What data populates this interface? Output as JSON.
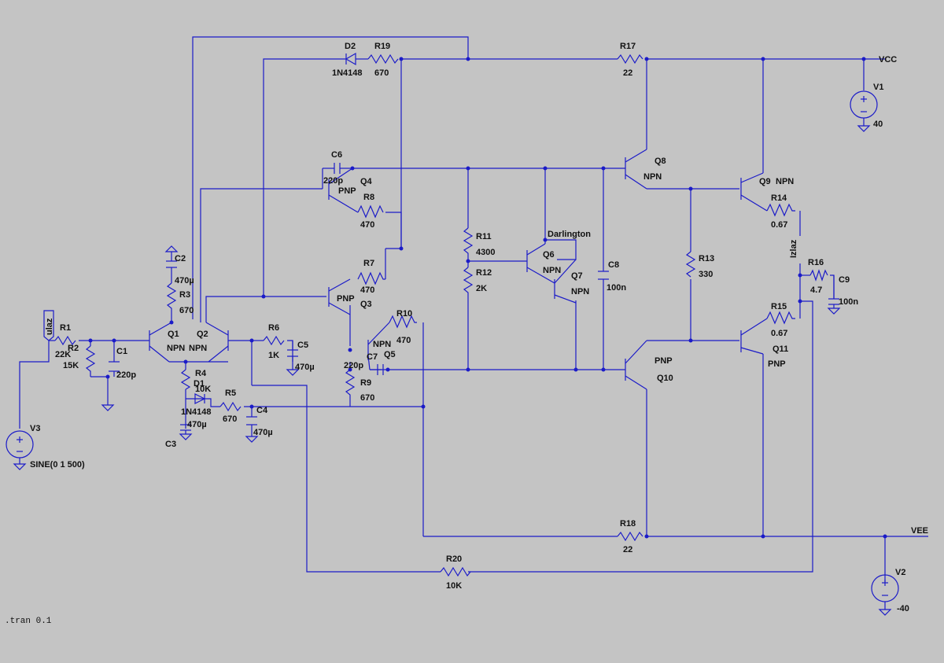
{
  "colors": {
    "background": "#c4c4c4",
    "wire": "#1b1bc8",
    "text": "#111111"
  },
  "nets": {
    "vcc": "VCC",
    "vee": "VEE",
    "ulaz": "ulaz",
    "izlaz": "Izlaz"
  },
  "directive": ".tran 0.1",
  "sources": {
    "v1": {
      "name": "V1",
      "value": "40"
    },
    "v2": {
      "name": "V2",
      "value": "-40"
    },
    "v3": {
      "name": "V3",
      "value": "SINE(0 1 500)"
    }
  },
  "resistors": [
    {
      "name": "R1",
      "value": "22K"
    },
    {
      "name": "R2",
      "value": "15K"
    },
    {
      "name": "R3",
      "value": "670"
    },
    {
      "name": "R4",
      "value": "10K"
    },
    {
      "name": "R5",
      "value": "670"
    },
    {
      "name": "R6",
      "value": "1K"
    },
    {
      "name": "R7",
      "value": "470"
    },
    {
      "name": "R8",
      "value": "470"
    },
    {
      "name": "R9",
      "value": "670"
    },
    {
      "name": "R10",
      "value": "470"
    },
    {
      "name": "R11",
      "value": "4300"
    },
    {
      "name": "R12",
      "value": "2K"
    },
    {
      "name": "R13",
      "value": "330"
    },
    {
      "name": "R14",
      "value": "0.67"
    },
    {
      "name": "R15",
      "value": "0.67"
    },
    {
      "name": "R16",
      "value": "4.7"
    },
    {
      "name": "R17",
      "value": "22"
    },
    {
      "name": "R18",
      "value": "22"
    },
    {
      "name": "R19",
      "value": "670"
    },
    {
      "name": "R20",
      "value": "10K"
    }
  ],
  "capacitors": [
    {
      "name": "C1",
      "value": "220p"
    },
    {
      "name": "C2",
      "value": "470µ"
    },
    {
      "name": "C3",
      "value": "470µ"
    },
    {
      "name": "C4",
      "value": "470µ"
    },
    {
      "name": "C5",
      "value": "470µ"
    },
    {
      "name": "C6",
      "value": "220p"
    },
    {
      "name": "C7",
      "value": "220p"
    },
    {
      "name": "C8",
      "value": "100n"
    },
    {
      "name": "C9",
      "value": "100n"
    }
  ],
  "diodes": [
    {
      "name": "D1",
      "value": "1N4148"
    },
    {
      "name": "D2",
      "value": "1N4148"
    }
  ],
  "transistors": [
    {
      "name": "Q1",
      "type": "NPN"
    },
    {
      "name": "Q2",
      "type": "NPN"
    },
    {
      "name": "Q3",
      "type": "PNP"
    },
    {
      "name": "Q4",
      "type": "PNP"
    },
    {
      "name": "Q5",
      "type": "NPN"
    },
    {
      "name": "Q6",
      "type": "NPN"
    },
    {
      "name": "Q7",
      "type": "NPN"
    },
    {
      "name": "Q8",
      "type": "NPN"
    },
    {
      "name": "Q9",
      "type": "NPN"
    },
    {
      "name": "Q10",
      "type": "PNP"
    },
    {
      "name": "Q11",
      "type": "PNP"
    }
  ],
  "annotations": {
    "darlington": "Darlington"
  }
}
